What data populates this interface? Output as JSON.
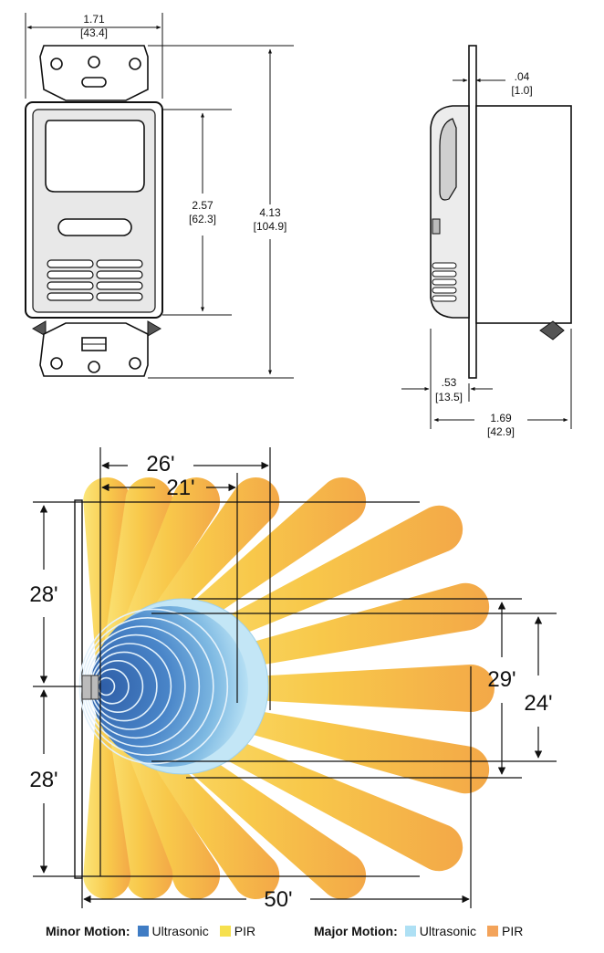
{
  "front_view": {
    "width_in": "1.71",
    "width_mm": "[43.4]",
    "lens_height_in": "2.57",
    "lens_height_mm": "[62.3]",
    "overall_height_in": "4.13",
    "overall_height_mm": "[104.9]"
  },
  "side_view": {
    "plate_in": ".04",
    "plate_mm": "[1.0]",
    "front_depth_in": ".53",
    "front_depth_mm": "[13.5]",
    "total_depth_in": "1.69",
    "total_depth_mm": "[42.9]"
  },
  "coverage": {
    "pir_range": "26'",
    "ultrasonic_range": "21'",
    "left_upper": "28'",
    "left_lower": "28'",
    "right_outer": "29'",
    "right_inner": "24'",
    "total_width": "50'"
  },
  "legend": {
    "minor_label": "Minor Motion:",
    "major_label": "Major Motion:",
    "items": [
      {
        "label": "Ultrasonic",
        "color": "#3f7cc4"
      },
      {
        "label": "PIR",
        "color": "#f6e04e"
      },
      {
        "label": "Ultrasonic",
        "color": "#aee0f4"
      },
      {
        "label": "PIR",
        "color": "#f3a35a"
      }
    ]
  }
}
